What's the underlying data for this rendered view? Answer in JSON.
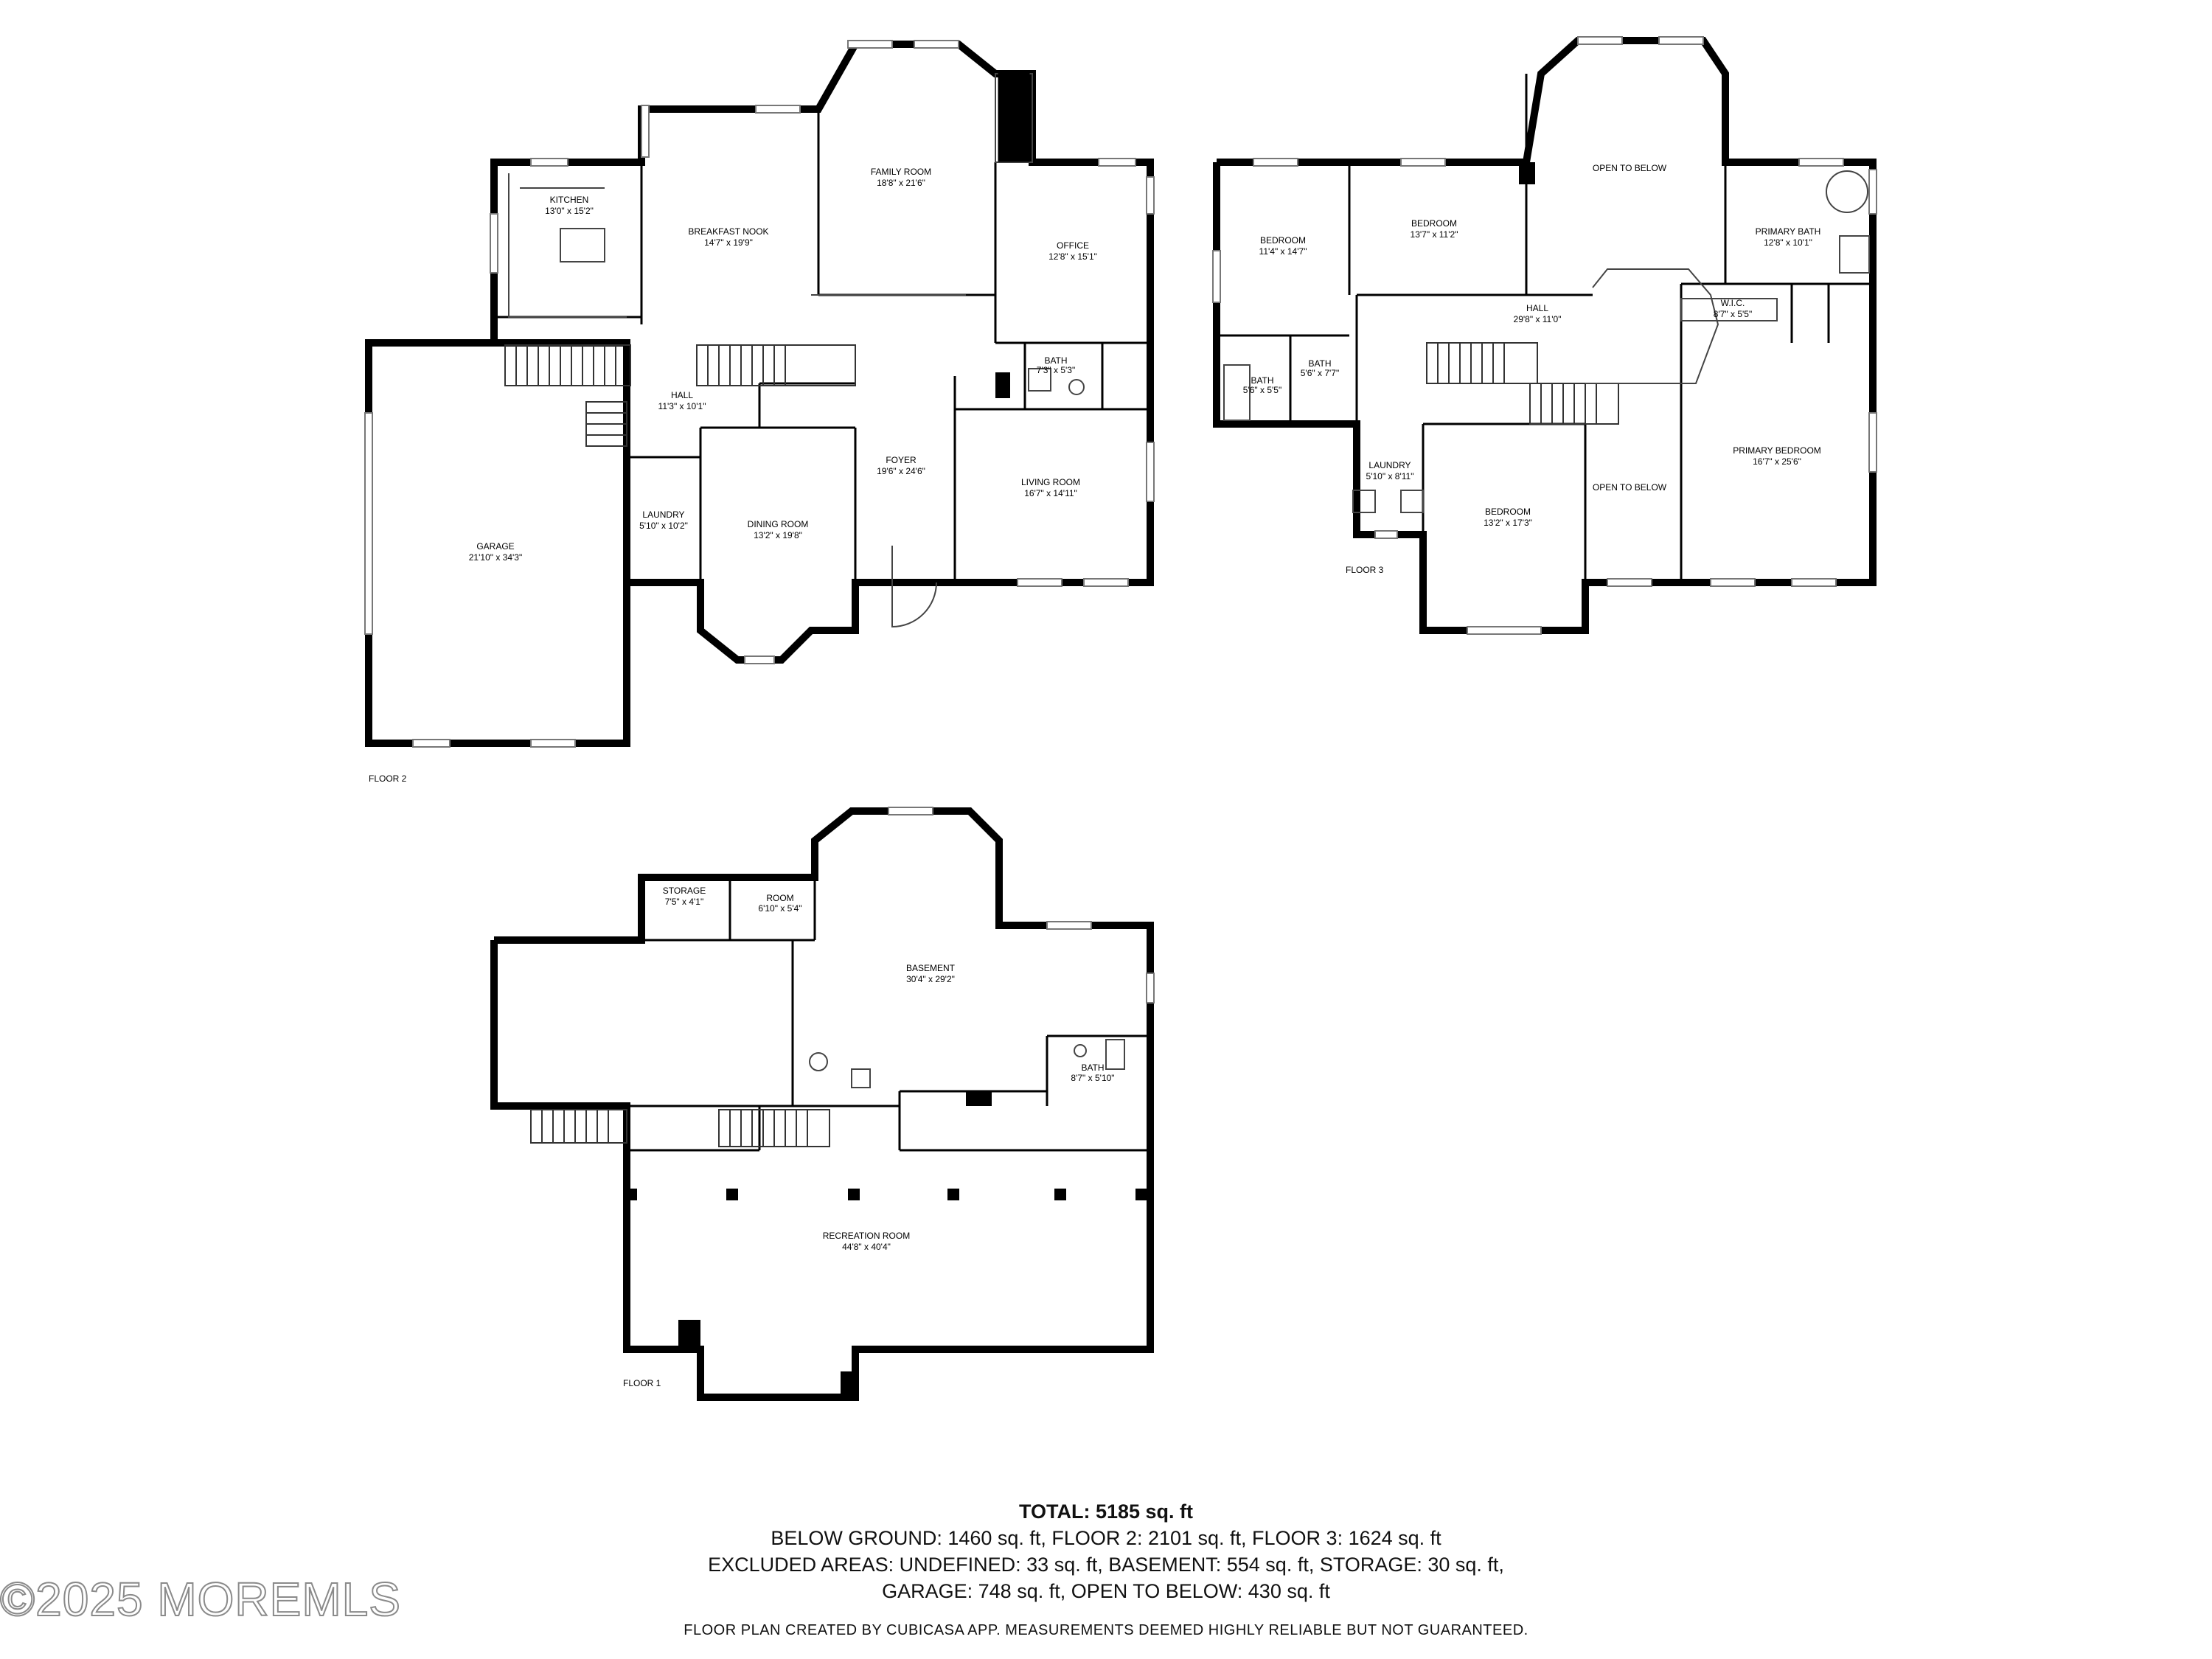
{
  "floors": {
    "floor2": {
      "label": "FLOOR 2",
      "rooms": {
        "kitchen": {
          "name": "KITCHEN",
          "dims": "13'0\" x 15'2\""
        },
        "breakfast_nook": {
          "name": "BREAKFAST NOOK",
          "dims": "14'7\" x 19'9\""
        },
        "family_room": {
          "name": "FAMILY ROOM",
          "dims": "18'8\" x 21'6\""
        },
        "office": {
          "name": "OFFICE",
          "dims": "12'8\" x 15'1\""
        },
        "bath": {
          "name": "BATH",
          "dims": "7'3\" x 5'3\""
        },
        "hall": {
          "name": "HALL",
          "dims": "11'3\" x 10'1\""
        },
        "foyer": {
          "name": "FOYER",
          "dims": "19'6\" x 24'6\""
        },
        "living_room": {
          "name": "LIVING ROOM",
          "dims": "16'7\" x 14'11\""
        },
        "laundry": {
          "name": "LAUNDRY",
          "dims": "5'10\" x 10'2\""
        },
        "dining_room": {
          "name": "DINING ROOM",
          "dims": "13'2\" x 19'8\""
        },
        "garage": {
          "name": "GARAGE",
          "dims": "21'10\" x 34'3\""
        }
      }
    },
    "floor3": {
      "label": "FLOOR 3",
      "rooms": {
        "bedroom_a": {
          "name": "BEDROOM",
          "dims": "11'4\" x 14'7\""
        },
        "bedroom_b": {
          "name": "BEDROOM",
          "dims": "13'7\" x 11'2\""
        },
        "open_below_top": {
          "name": "OPEN TO BELOW",
          "dims": ""
        },
        "primary_bath": {
          "name": "PRIMARY BATH",
          "dims": "12'8\" x 10'1\""
        },
        "wic": {
          "name": "W.I.C.",
          "dims": "8'7\" x 5'5\""
        },
        "hall": {
          "name": "HALL",
          "dims": "29'8\" x 11'0\""
        },
        "bath_a": {
          "name": "BATH",
          "dims": "5'6\" x 5'5\""
        },
        "bath_b": {
          "name": "BATH",
          "dims": "5'6\" x 7'7\""
        },
        "laundry": {
          "name": "LAUNDRY",
          "dims": "5'10\" x 8'11\""
        },
        "bedroom_c": {
          "name": "BEDROOM",
          "dims": "13'2\" x 17'3\""
        },
        "open_below_mid": {
          "name": "OPEN TO BELOW",
          "dims": ""
        },
        "primary_bedroom": {
          "name": "PRIMARY BEDROOM",
          "dims": "16'7\" x 25'6\""
        }
      }
    },
    "floor1": {
      "label": "FLOOR 1",
      "rooms": {
        "storage": {
          "name": "STORAGE",
          "dims": "7'5\" x 4'1\""
        },
        "room": {
          "name": "ROOM",
          "dims": "6'10\" x 5'4\""
        },
        "basement": {
          "name": "BASEMENT",
          "dims": "30'4\" x 29'2\""
        },
        "bath": {
          "name": "BATH",
          "dims": "8'7\" x 5'10\""
        },
        "recreation_room": {
          "name": "RECREATION ROOM",
          "dims": "44'8\" x 40'4\""
        }
      }
    }
  },
  "summary": {
    "total": "TOTAL: 5185 sq. ft",
    "line1": "BELOW GROUND: 1460 sq. ft, FLOOR 2: 2101 sq. ft, FLOOR 3: 1624 sq. ft",
    "line2": "EXCLUDED AREAS: UNDEFINED: 33 sq. ft, BASEMENT: 554 sq. ft, STORAGE: 30 sq. ft,",
    "line3": "GARAGE: 748 sq. ft, OPEN TO BELOW: 430 sq. ft"
  },
  "disclaimer": "FLOOR PLAN CREATED BY CUBICASA APP. MEASUREMENTS DEEMED HIGHLY RELIABLE BUT NOT GUARANTEED.",
  "watermark": "©2025 MOREMLS"
}
